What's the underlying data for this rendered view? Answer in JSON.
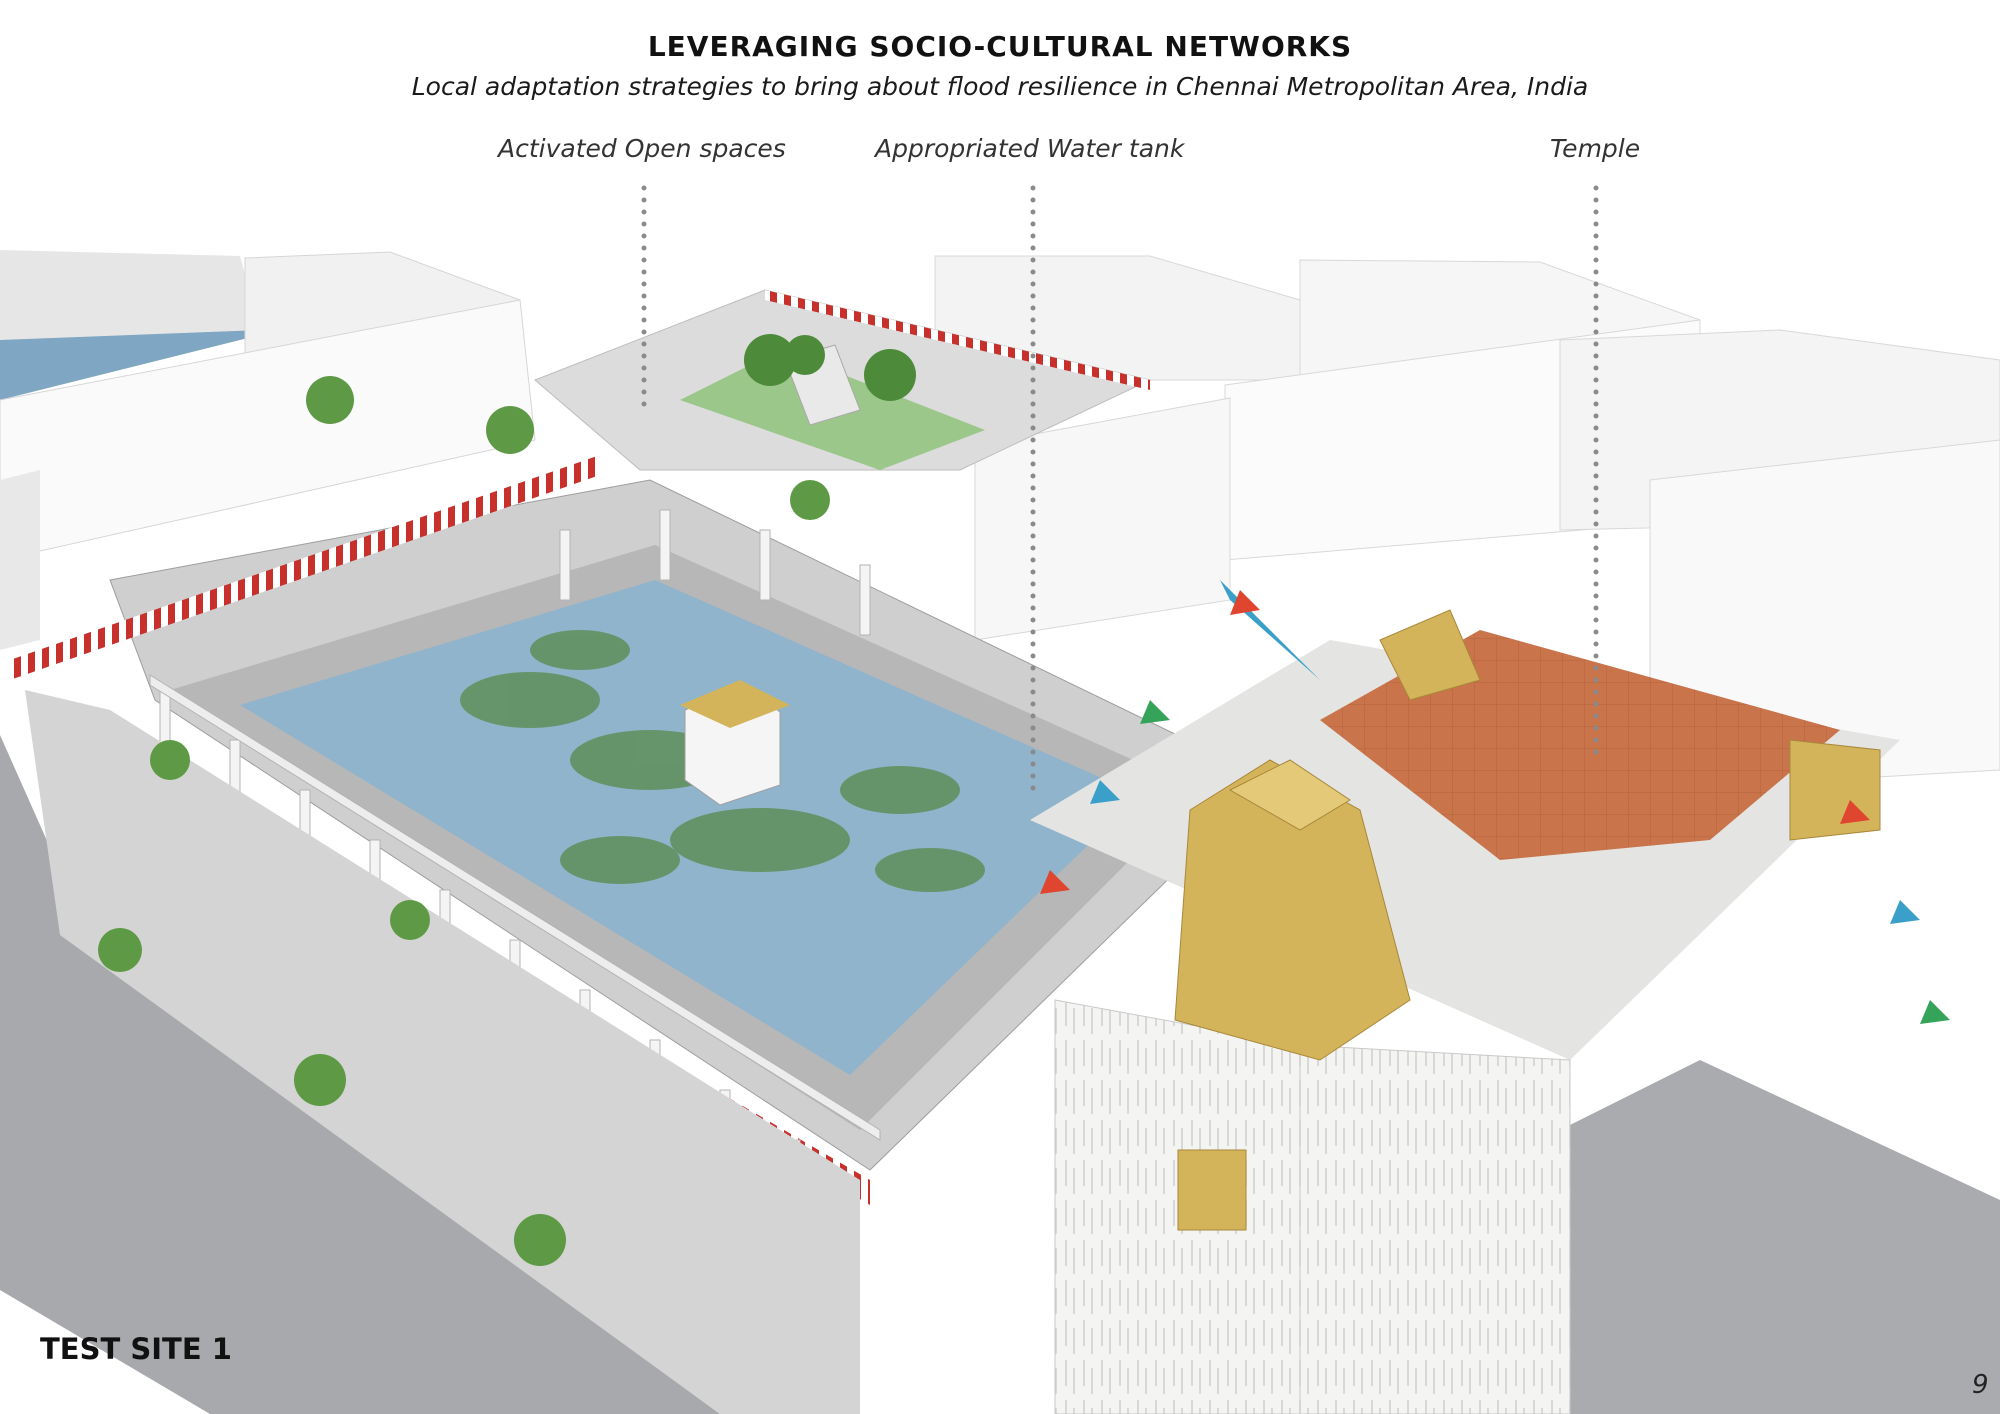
{
  "header": {
    "title": "LEVERAGING SOCIO-CULTURAL NETWORKS",
    "subtitle": "Local adaptation strategies to bring about flood resilience in Chennai Metropolitan Area, India"
  },
  "callouts": {
    "open_spaces": "Activated Open spaces",
    "water_tank": "Appropriated Water tank",
    "temple": "Temple"
  },
  "footer": {
    "site_label": "TEST SITE 1",
    "page_number": "9"
  },
  "colors": {
    "water": "#8fb4cc",
    "temple_gold": "#d4b45a",
    "temple_roof": "#c9744a",
    "road": "#a7a9ac",
    "wall_stripe_red": "#c8302c",
    "lawn": "#9bc78a"
  }
}
